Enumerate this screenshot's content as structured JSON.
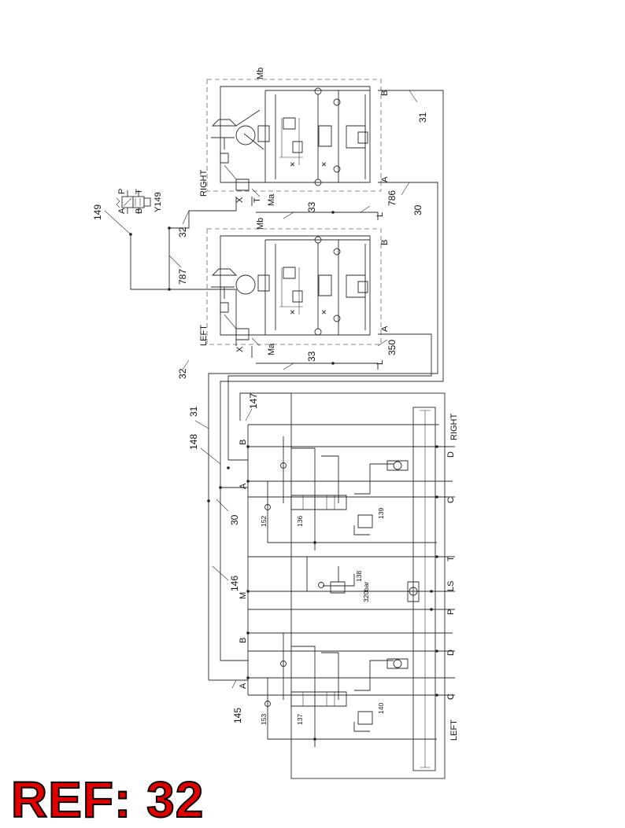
{
  "diagram": {
    "sections": {
      "right": "RIGHT",
      "left": "LEFT"
    },
    "callouts": {
      "c149": "149",
      "c787": "787",
      "c32a": "32",
      "c32b": "32",
      "c33a": "33",
      "c33b": "33",
      "c786": "786",
      "c30a": "30",
      "c31a": "31",
      "c350": "350",
      "c31b": "31",
      "c147": "147",
      "c148": "148",
      "c30b": "30",
      "c146": "146",
      "c145": "145",
      "c152": "152",
      "c136": "136",
      "c139": "139",
      "c138": "138",
      "c153": "153",
      "c137": "137",
      "c140": "140"
    },
    "ports": {
      "p_A": "A",
      "p_B": "B",
      "p_P": "P",
      "p_T": "T",
      "y149": "Y149",
      "mb": "Mb",
      "ma": "Ma",
      "x": "X",
      "l": "L",
      "m": "M",
      "d": "D",
      "c": "C",
      "ls": "LS"
    },
    "pressure": "320bar"
  },
  "badge": {
    "text": "REF: 32",
    "color": "#e00000"
  }
}
